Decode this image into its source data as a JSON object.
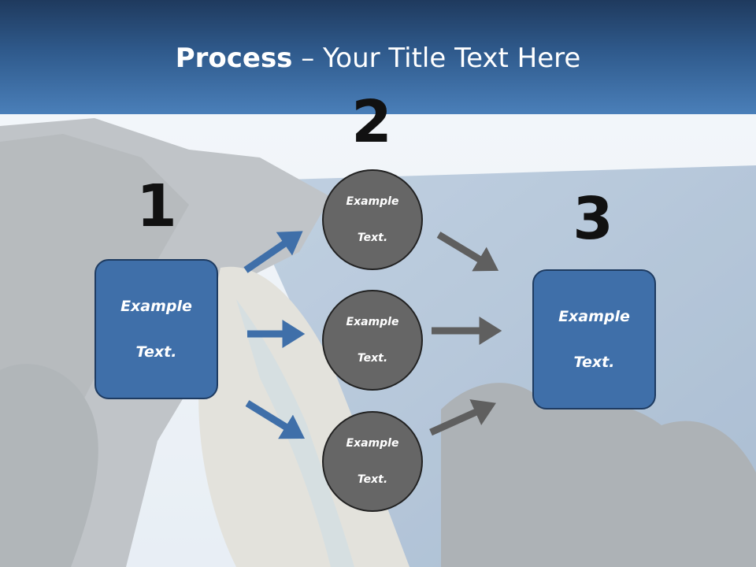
{
  "slide": {
    "title_bold": "Process",
    "title_rest": " – Your Title Text Here"
  },
  "steps": {
    "step1_number": "1",
    "step2_number": "2",
    "step3_number": "3"
  },
  "boxes": {
    "left_text_1": "Example",
    "left_text_2": "Text.",
    "right_text_1": "Example",
    "right_text_2": "Text."
  },
  "circles": [
    {
      "line1": "Example",
      "line2": "Text."
    },
    {
      "line1": "Example",
      "line2": "Text."
    },
    {
      "line1": "Example",
      "line2": "Text."
    }
  ],
  "colors": {
    "header": "#2f5a8c",
    "box_fill": "#3f6fa9",
    "circle_fill": "#666666",
    "arrow_blue": "#3f6fa9",
    "arrow_gray": "#5f5f5f"
  }
}
